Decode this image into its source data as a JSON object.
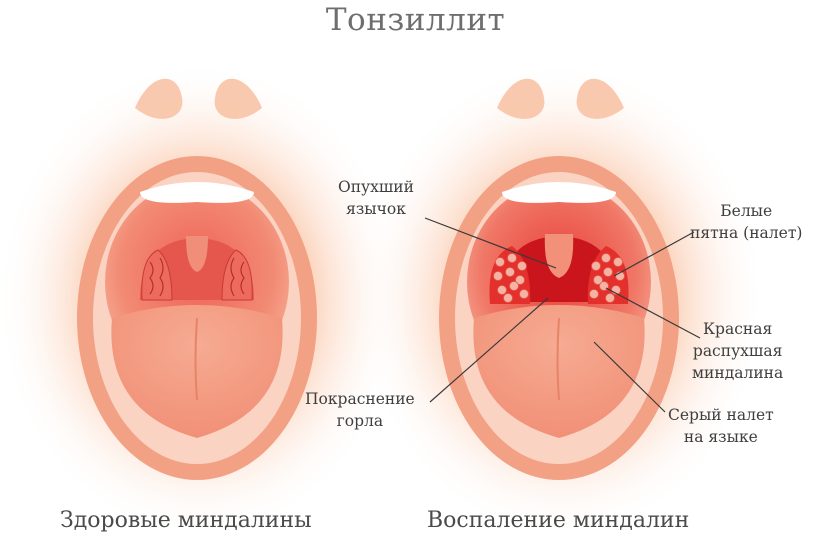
{
  "title": "Тонзиллит",
  "captions": {
    "left": "Здоровые миндалины",
    "right": "Воспаление миндалин"
  },
  "labels": {
    "swollen_uvula": [
      "Опухший",
      "язычок"
    ],
    "white_spots": [
      "Белые",
      "пятна (налет)"
    ],
    "red_tonsil": [
      "Красная",
      "распухшая",
      "миндалина"
    ],
    "throat_redness": [
      "Покраснение",
      "горла"
    ],
    "gray_coating": [
      "Серый налет",
      "на языке"
    ]
  },
  "colors": {
    "glow": "#f7a47c",
    "lip": "#f19680",
    "mouth_inner": "#e8413a",
    "throat_dark": "#c6161a",
    "tongue": "#f59c83",
    "teeth": "#ffffff",
    "pustule": "#f0523f"
  }
}
